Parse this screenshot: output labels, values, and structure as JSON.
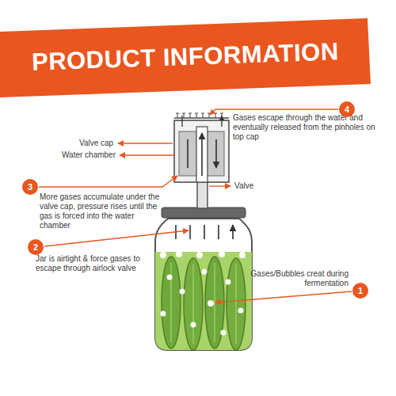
{
  "diagram": {
    "title": "PRODUCT INFORMATION",
    "nodes": [
      {
        "text": [
          "4"
        ]
      },
      {
        "text": [
          "3"
        ]
      },
      {
        "text": [
          "2"
        ]
      },
      {
        "text": [
          "1"
        ]
      }
    ],
    "labels": [
      "Gases escape through the water and eventually released from the pinholes on top cap",
      "Valve cap",
      "Water chamber",
      "More gases accumulate under the valve cap, pressure rises until the gas is forced into the water chamber",
      "Valve",
      "Jar is airtight & force gases to escape through airlock valve",
      "Gases/Bubbles creat during fermentation"
    ]
  }
}
